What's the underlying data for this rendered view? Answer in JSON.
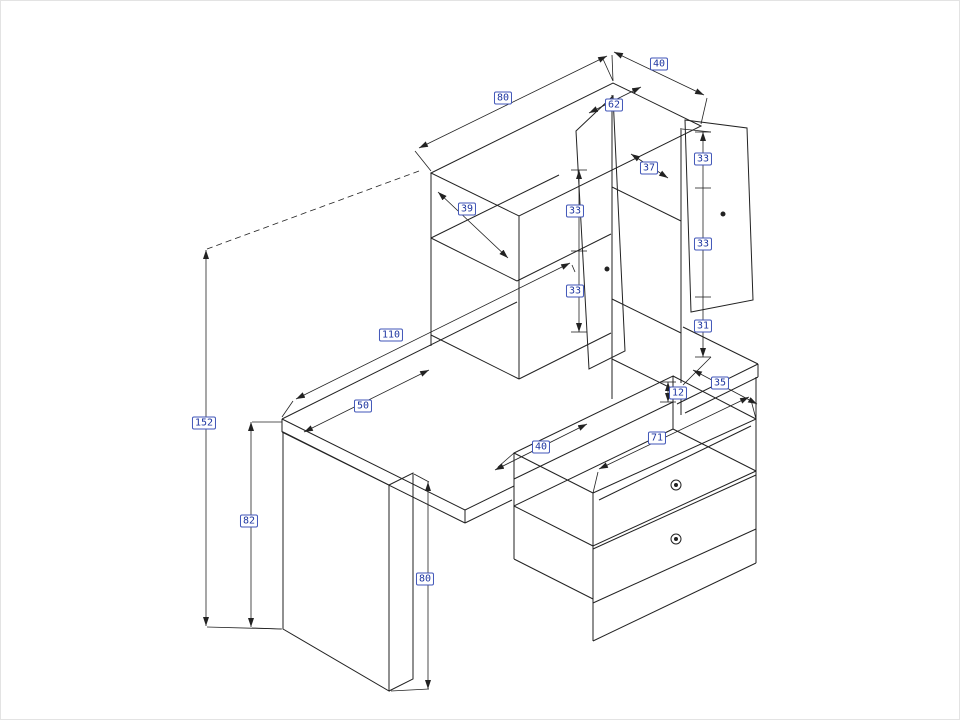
{
  "diagram": {
    "type": "isometric-furniture-technical-drawing",
    "subject": "corner desk with hutch, open cabinet doors and drawer unit",
    "colors": {
      "line": "#222222",
      "dimension_label": "#1d35a0",
      "background": "#ffffff"
    },
    "dims": {
      "hutch_width": "80",
      "hutch_depth": "40",
      "door_width": "62",
      "cabinet_shelf_depth": "37",
      "cabinet_top_gap": "33",
      "shelf_depth": "39",
      "left_top_gap": "33",
      "cabinet_mid_gap": "33",
      "left_bottom_gap": "33",
      "cabinet_bottom_gap": "31",
      "desk_width": "110",
      "overall_height": "152",
      "desk_return": "50",
      "gap": "12",
      "unit_depth": "35",
      "drawer_depth": "40",
      "drawer_width": "71",
      "pedestal_height": "82",
      "desk_height": "80"
    }
  }
}
